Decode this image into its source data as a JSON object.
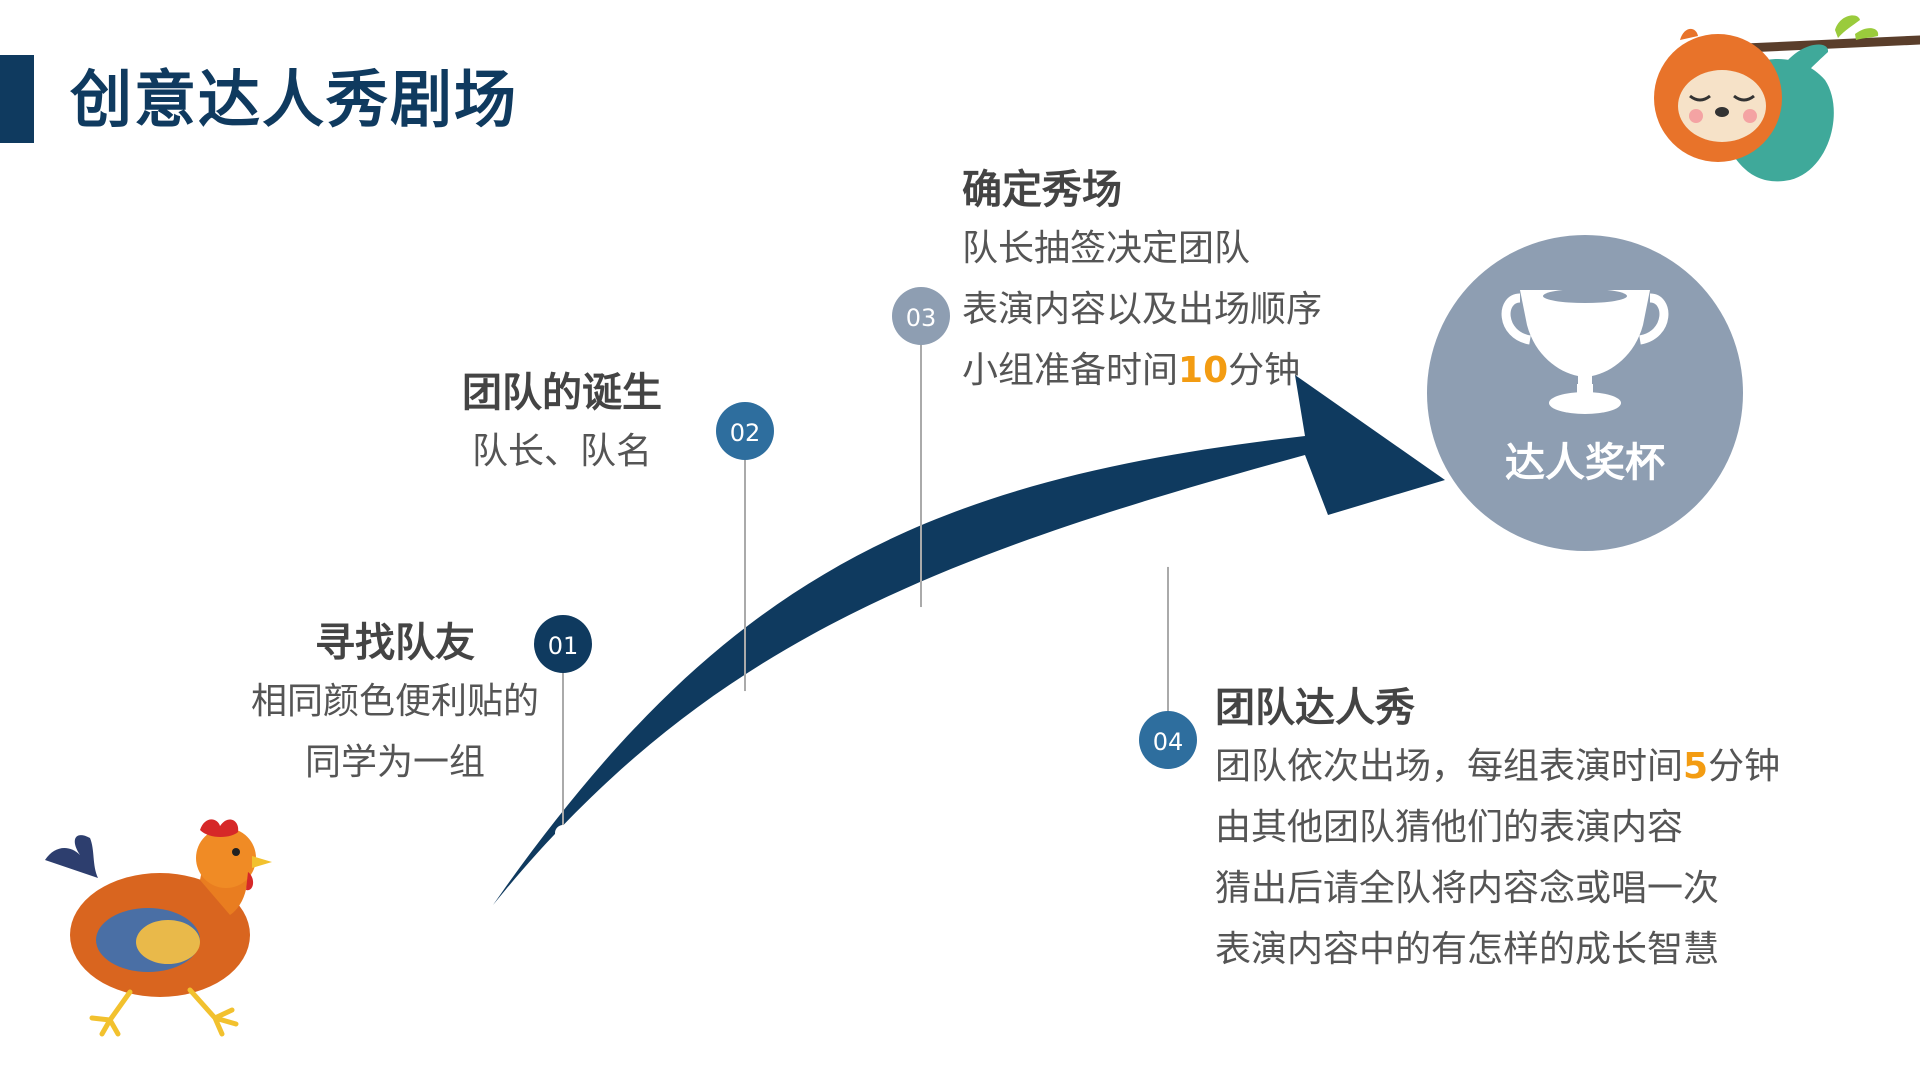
{
  "title": "创意达人秀剧场",
  "colors": {
    "navy": "#0f3a5f",
    "mid_blue": "#2e6e9e",
    "gray_blue": "#8e9eb2",
    "accent": "#f39c12"
  },
  "steps": [
    {
      "number": "01",
      "heading": "寻找队友",
      "lines": [
        "相同颜色便利贴的",
        "同学为一组"
      ]
    },
    {
      "number": "02",
      "heading": "团队的诞生",
      "lines": [
        "队长、队名"
      ]
    },
    {
      "number": "03",
      "heading": "确定秀场",
      "lines": [
        "队长抽签决定团队",
        "表演内容以及出场顺序"
      ],
      "line3": {
        "pre": "小组准备时间",
        "hl": "10",
        "post": "分钟"
      }
    },
    {
      "number": "04",
      "heading": "团队达人秀",
      "line1": {
        "pre": "团队依次出场，每组表演时间",
        "hl": "5",
        "post": "分钟"
      },
      "lines": [
        "由其他团队猜他们的表演内容",
        "猜出后请全队将内容念或唱一次",
        "表演内容中的有怎样的成长智慧"
      ]
    }
  ],
  "goal": {
    "label": "达人奖杯",
    "icon": "trophy-icon"
  },
  "decorations": [
    "sloth-illustration",
    "chicken-illustration"
  ]
}
